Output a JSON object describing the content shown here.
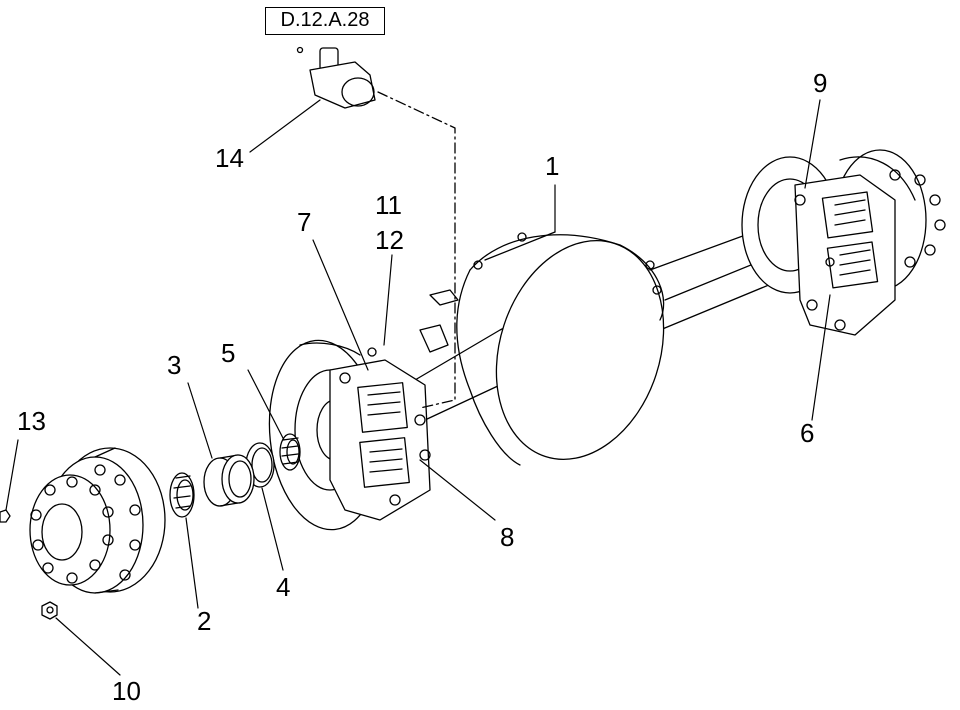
{
  "reference_box": "D.12.A.28",
  "callouts": {
    "c1": "1",
    "c2": "2",
    "c3": "3",
    "c4": "4",
    "c5": "5",
    "c6": "6",
    "c7": "7",
    "c8": "8",
    "c9": "9",
    "c10": "10",
    "c11": "11",
    "c12": "12",
    "c13": "13",
    "c14": "14"
  }
}
